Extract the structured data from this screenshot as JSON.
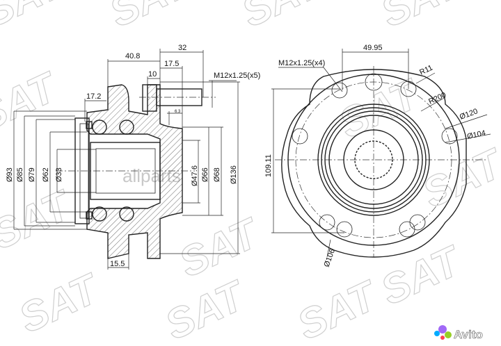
{
  "watermark": {
    "brand": "SAT",
    "overlay": "allparts"
  },
  "logo": {
    "text": "Avito",
    "colors": [
      "#00aaff",
      "#a169f7",
      "#ff4053",
      "#97cf26"
    ]
  },
  "side_view": {
    "dims": {
      "d40_8": "40.8",
      "d32": "32",
      "d17_5": "17.5",
      "d10": "10",
      "thread": "M12x1.25(x5)",
      "d17_2": "17.2",
      "d6_3": "6.3",
      "d15_5": "15.5",
      "phi93": "Ø93",
      "phi85": "Ø85",
      "phi79": "Ø79",
      "phi62": "Ø62",
      "phi33": "Ø33",
      "phi47_6": "Ø47.6",
      "phi66": "Ø66",
      "phi68": "Ø68",
      "phi136": "Ø136"
    }
  },
  "front_view": {
    "dims": {
      "d49_95": "49.95",
      "thread": "M12x1.25(x4)",
      "r11": "R11",
      "r200": "R200",
      "phi120": "Ø120",
      "phi104": "Ø104",
      "d109_11": "109.11",
      "phi106": "Ø106"
    }
  }
}
